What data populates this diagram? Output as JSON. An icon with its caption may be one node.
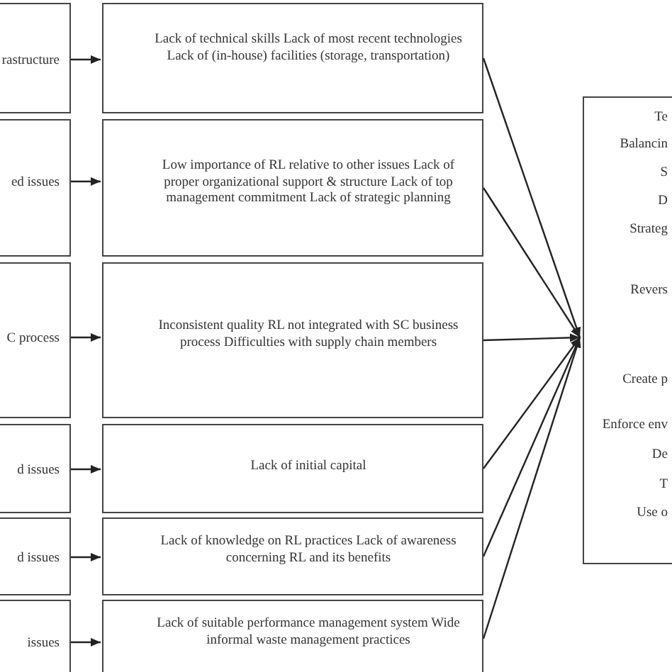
{
  "diagram": {
    "nodes": [
      {
        "text": [
          "rastructure"
        ]
      },
      {
        "text": [
          "Lack of technical skills Lack of most recent technologies Lack of (in-house) facilities (storage, transportation)"
        ]
      },
      {
        "text": [
          "ed issues"
        ]
      },
      {
        "text": [
          "Low importance of RL relative to other issues Lack of proper organizational support & structure Lack of top management commitment Lack of strategic planning"
        ]
      },
      {
        "text": [
          "C process"
        ]
      },
      {
        "text": [
          "Inconsistent quality RL not integrated with SC business process Difficulties with supply chain members"
        ]
      },
      {
        "text": [
          "d issues"
        ]
      },
      {
        "text": [
          "Lack of initial capital"
        ]
      },
      {
        "text": [
          "d issues"
        ]
      },
      {
        "text": [
          "Lack of knowledge on RL practices Lack of awareness concerning RL and its benefits"
        ]
      },
      {
        "text": [
          "issues"
        ]
      },
      {
        "text": [
          "Lack of suitable performance management system Wide informal waste management practices"
        ]
      },
      {
        "text": [
          "Te",
          "Balancin",
          "S",
          "D",
          "Strateg",
          "Revers",
          "Create p",
          "Enforce env",
          "De",
          "T",
          "Use o"
        ]
      }
    ],
    "edges": [
      {
        "from": 0,
        "to": 1,
        "arrow": "to"
      },
      {
        "from": 2,
        "to": 3,
        "arrow": "to"
      },
      {
        "from": 4,
        "to": 5,
        "arrow": "to"
      },
      {
        "from": 6,
        "to": 7,
        "arrow": "to"
      },
      {
        "from": 8,
        "to": 9,
        "arrow": "to"
      },
      {
        "from": 10,
        "to": 11,
        "arrow": "to"
      },
      {
        "from": 1,
        "to": 12,
        "arrow": "to"
      },
      {
        "from": 3,
        "to": 12,
        "arrow": "to"
      },
      {
        "from": 5,
        "to": 12,
        "arrow": "to"
      },
      {
        "from": 7,
        "to": 12,
        "arrow": "to"
      },
      {
        "from": 9,
        "to": 12,
        "arrow": "to"
      },
      {
        "from": 11,
        "to": 12,
        "arrow": "to"
      }
    ]
  }
}
